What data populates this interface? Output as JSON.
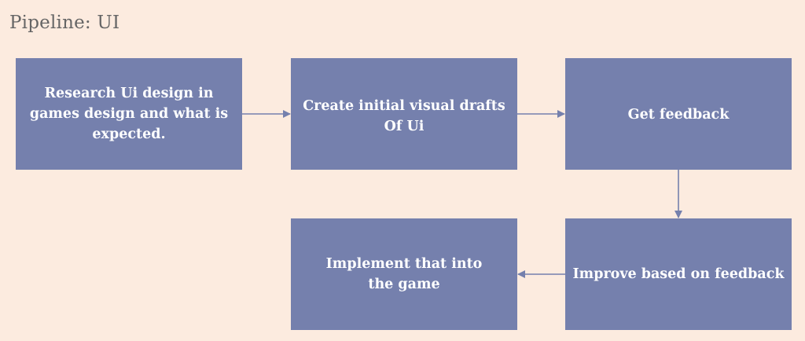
{
  "title": "Pipeline: UI",
  "steps": {
    "research": "Research Ui design in games design and what is expected.",
    "drafts_line1": "Create initial visual drafts",
    "drafts_line2": "Of Ui",
    "feedback": "Get feedback",
    "improve": "Improve based on feedback",
    "implement": "Implement that into the game"
  },
  "colors": {
    "background": "#fcebdf",
    "box": "#7580ad",
    "arrow": "#7580ad",
    "title": "#666666"
  }
}
